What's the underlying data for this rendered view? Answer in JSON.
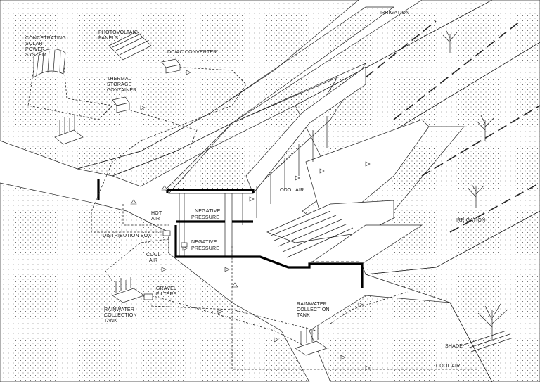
{
  "labels": {
    "concentrating_solar": [
      "CONCETRATING",
      "SOLAR",
      "POWER",
      "SYSTEM"
    ],
    "photovoltaic": [
      "PHOTOVOLTAIC",
      "PANELS"
    ],
    "dc_ac": "DC/AC CONVERTER",
    "thermal_storage": [
      "THERMAL",
      "STORAGE",
      "CONTAINER"
    ],
    "irrigation_top": "IRRIGATION",
    "irrigation_right": "IRRIGATION",
    "cool_air_mid": "COOL AIR",
    "hot_air": [
      "HOT",
      "AIR"
    ],
    "negative_pressure_1": [
      "NEGATIVE",
      "PRESSURE"
    ],
    "negative_pressure_2": [
      "NEGATIVE",
      "PRESSURE"
    ],
    "distribution_box": "DISTRIBUTION BOX",
    "cool_air_left": [
      "COOL",
      "AIR"
    ],
    "gravel_filters": [
      "GRAVEL",
      "FILTERS"
    ],
    "rainwater_left": [
      "RAINWATER",
      "COLLECTION",
      "TANK"
    ],
    "rainwater_mid": [
      "RAINWATER",
      "COLLECTION",
      "TANK"
    ],
    "shade": "SHADE",
    "cool_air_bottom": "COOL AIR"
  }
}
